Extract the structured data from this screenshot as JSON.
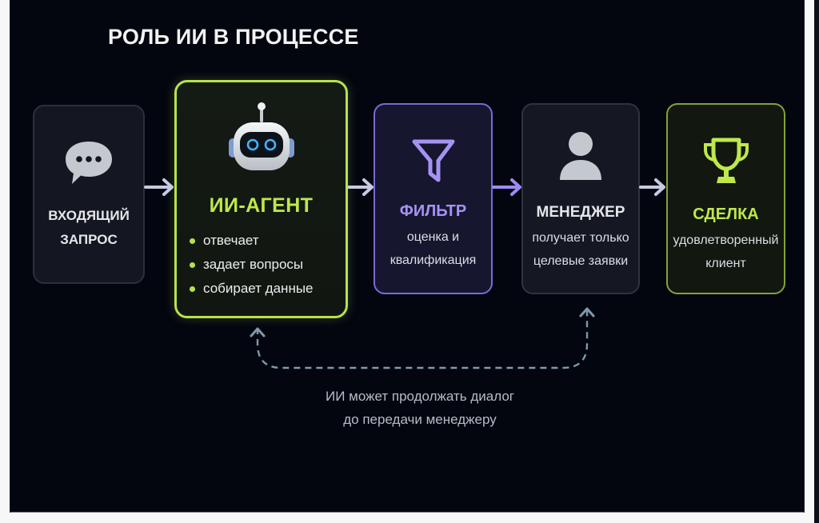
{
  "title": "РОЛЬ ИИ В ПРОЦЕССЕ",
  "colors": {
    "background": "#03050f",
    "accent_green": "#b7e34a",
    "accent_purple": "#a593f4",
    "neutral_icon": "#c4c9cf",
    "arrow_light": "#c6cbe4",
    "arrow_purple": "#9c8cf0",
    "loop_dash": "#7f9aaa"
  },
  "steps": [
    {
      "id": "incoming",
      "icon": "chat-bubble-icon",
      "label_lines": [
        "ВХОДЯЩИЙ",
        "ЗАПРОС"
      ]
    },
    {
      "id": "ai-agent",
      "icon": "robot-icon",
      "label": "ИИ-АГЕНТ",
      "bullets": [
        "отвечает",
        "задает вопросы",
        "собирает данные"
      ]
    },
    {
      "id": "filter",
      "icon": "funnel-icon",
      "label": "ФИЛЬТР",
      "sub_lines": [
        "оценка и",
        "квалификация"
      ]
    },
    {
      "id": "manager",
      "icon": "person-icon",
      "label": "МЕНЕДЖЕР",
      "sub_lines": [
        "получает только",
        "целевые заявки"
      ]
    },
    {
      "id": "deal",
      "icon": "trophy-icon",
      "label": "СДЕЛКА",
      "sub_lines": [
        "удовлетворенный",
        "клиент"
      ]
    }
  ],
  "flow_arrows": [
    {
      "from": "incoming",
      "to": "ai-agent",
      "color": "#c6cbe4"
    },
    {
      "from": "ai-agent",
      "to": "filter",
      "color": "#c6cbe4"
    },
    {
      "from": "filter",
      "to": "manager",
      "color": "#9c8cf0"
    },
    {
      "from": "manager",
      "to": "deal",
      "color": "#c6cbe4"
    }
  ],
  "loop": {
    "between": [
      "ai-agent",
      "manager"
    ],
    "style": "dashed",
    "note_lines": [
      "ИИ может продолжать диалог",
      "до передачи менеджеру"
    ]
  }
}
